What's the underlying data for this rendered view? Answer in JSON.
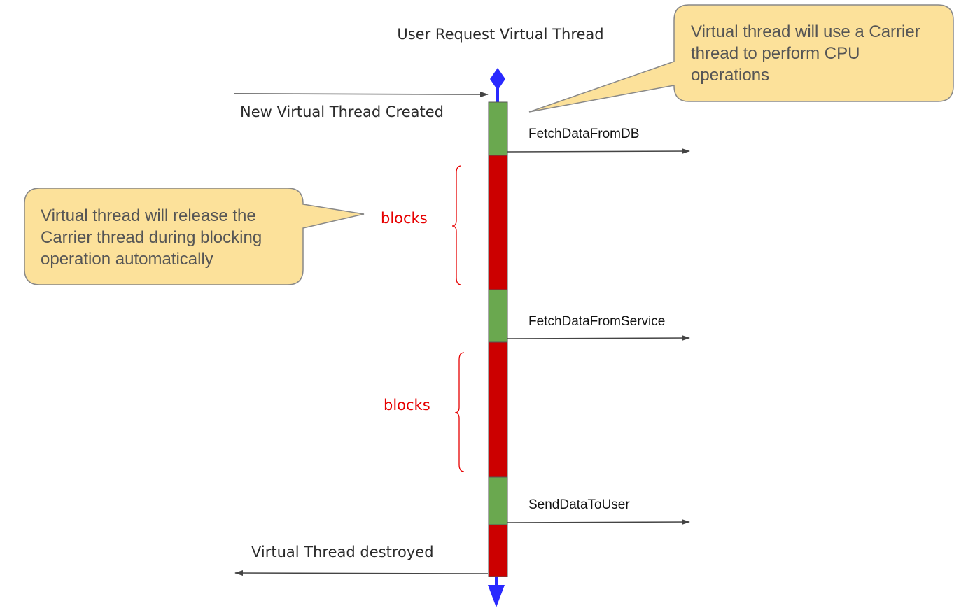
{
  "diagram": {
    "title": "User Request Virtual Thread",
    "created_label": "New Virtual Thread Created",
    "destroyed_label": "Virtual Thread destroyed",
    "operations": [
      {
        "label": "FetchDataFromDB"
      },
      {
        "label": "FetchDataFromService"
      },
      {
        "label": "SendDataToUser"
      }
    ],
    "blocks": [
      {
        "label": "blocks"
      },
      {
        "label": "blocks"
      }
    ],
    "callout_carrier": {
      "lines": [
        "Virtual thread will use a Carrier",
        "thread to perform CPU",
        "operations"
      ]
    },
    "callout_release": {
      "lines": [
        "Virtual thread will release the",
        "Carrier thread during blocking",
        "operation automatically"
      ]
    },
    "colors": {
      "running": "#6aa84f",
      "blocked": "#cc0000",
      "timeline": "#2929ff",
      "callout_fill": "#fce19a",
      "callout_stroke": "#888888",
      "blocks_text": "#e60000",
      "arrow": "#444444"
    }
  }
}
